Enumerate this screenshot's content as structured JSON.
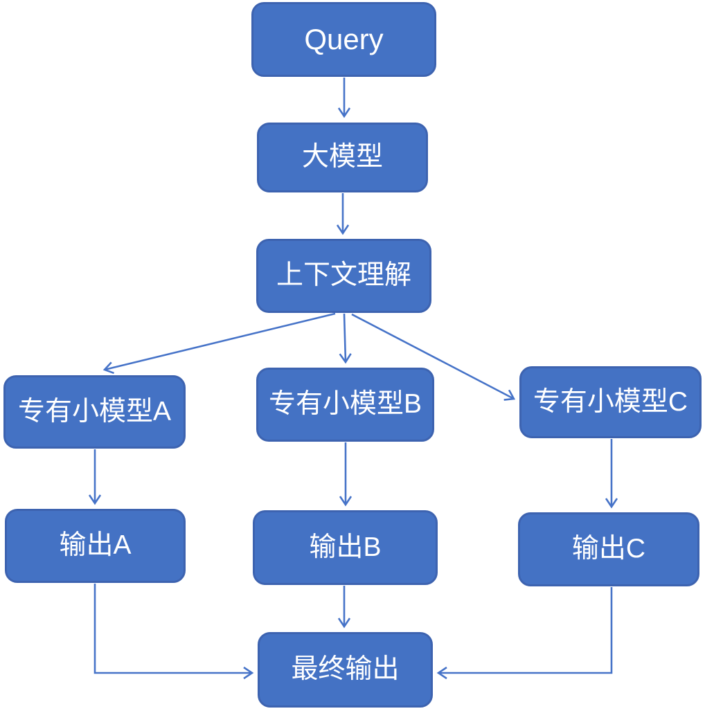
{
  "diagram": {
    "type": "flowchart",
    "nodes": {
      "query": {
        "label": "Query"
      },
      "large_model": {
        "label": "大模型"
      },
      "context": {
        "label": "上下文理解"
      },
      "small_a": {
        "label": "专有小模型A"
      },
      "small_b": {
        "label": "专有小模型B"
      },
      "small_c": {
        "label": "专有小模型C"
      },
      "out_a": {
        "label": "输出A"
      },
      "out_b": {
        "label": "输出B"
      },
      "out_c": {
        "label": "输出C"
      },
      "final": {
        "label": "最终输出"
      }
    },
    "edges": [
      {
        "from": "query",
        "to": "large_model"
      },
      {
        "from": "large_model",
        "to": "context"
      },
      {
        "from": "context",
        "to": "small_a"
      },
      {
        "from": "context",
        "to": "small_b"
      },
      {
        "from": "context",
        "to": "small_c"
      },
      {
        "from": "small_a",
        "to": "out_a"
      },
      {
        "from": "small_b",
        "to": "out_b"
      },
      {
        "from": "small_c",
        "to": "out_c"
      },
      {
        "from": "out_a",
        "to": "final"
      },
      {
        "from": "out_b",
        "to": "final"
      },
      {
        "from": "out_c",
        "to": "final"
      }
    ],
    "colors": {
      "node_fill": "#4472C4",
      "node_border": "#3D63B0",
      "node_text": "#FFFFFF",
      "arrow": "#4673C8"
    }
  }
}
